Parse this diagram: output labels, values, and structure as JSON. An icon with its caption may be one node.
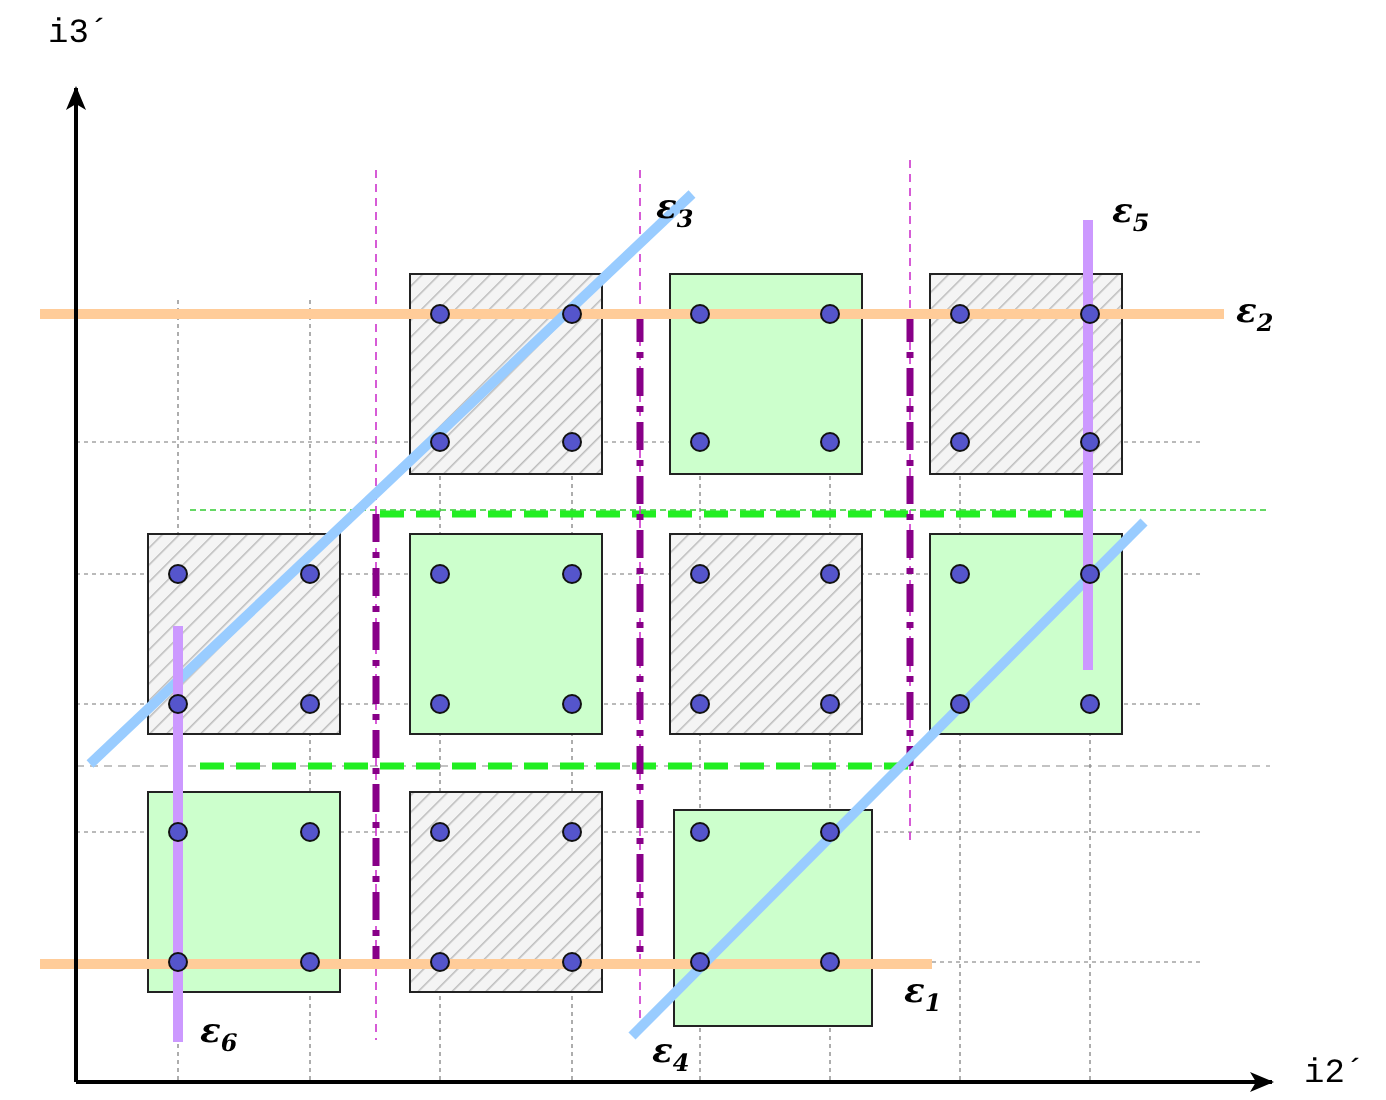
{
  "diagram": {
    "labels": [
      "i3´",
      "ε$_{3}$",
      "ε$_{5}$",
      "ε$_{2}$",
      "ε$_{1}$",
      "ε$_{6}$",
      "ε$_{4}$",
      "i2´"
    ]
  }
}
